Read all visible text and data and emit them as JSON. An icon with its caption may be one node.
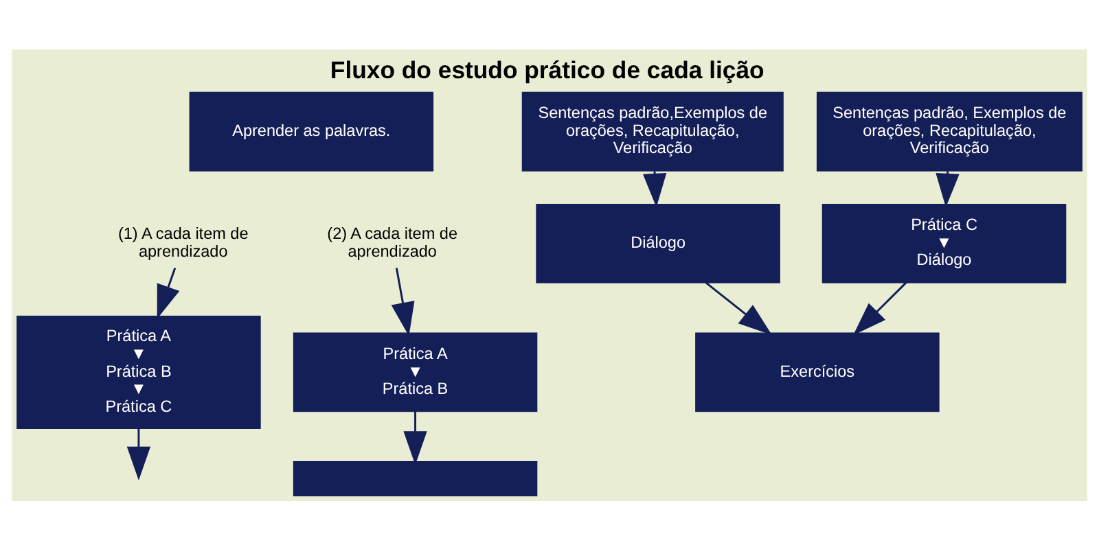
{
  "diagram": {
    "title": "Fluxo do estudo prático de cada lição",
    "nodes": [
      {
        "text": [
          "Aprender as palavras."
        ]
      },
      {
        "text": [
          "(1) A cada item de aprendizado"
        ]
      },
      {
        "text": [
          "(2) A cada item de aprendizado"
        ]
      },
      {
        "text": [
          "Prática A",
          "▼",
          "Prática B",
          "▼",
          "Prática C"
        ]
      },
      {
        "text": [
          "Prática A",
          "▼",
          "Prática B"
        ]
      },
      {
        "text": [],
        "shape": "box"
      },
      {
        "text": [
          "Sentenças padrão,Exemplos de orações, Recapitulação, Verificação"
        ]
      },
      {
        "text": [
          "Sentenças padrão, Exemplos de orações, Recapitulação, Verificação"
        ]
      },
      {
        "text": [
          "Diálogo"
        ]
      },
      {
        "text": [
          "Prática C",
          "▼",
          "Diálogo"
        ]
      },
      {
        "text": [
          "Exercícios"
        ]
      }
    ],
    "edges": [
      {
        "from": 1,
        "to": 3,
        "arrow": "to"
      },
      {
        "from": 2,
        "to": 4,
        "arrow": "to"
      },
      {
        "from": 3,
        "to": null,
        "arrow": "to"
      },
      {
        "from": 4,
        "to": 5,
        "arrow": "to"
      },
      {
        "from": 6,
        "to": 8,
        "arrow": "to"
      },
      {
        "from": 7,
        "to": 9,
        "arrow": "to"
      },
      {
        "from": 8,
        "to": 10,
        "arrow": "to"
      },
      {
        "from": 9,
        "to": 10,
        "arrow": "to"
      }
    ]
  }
}
